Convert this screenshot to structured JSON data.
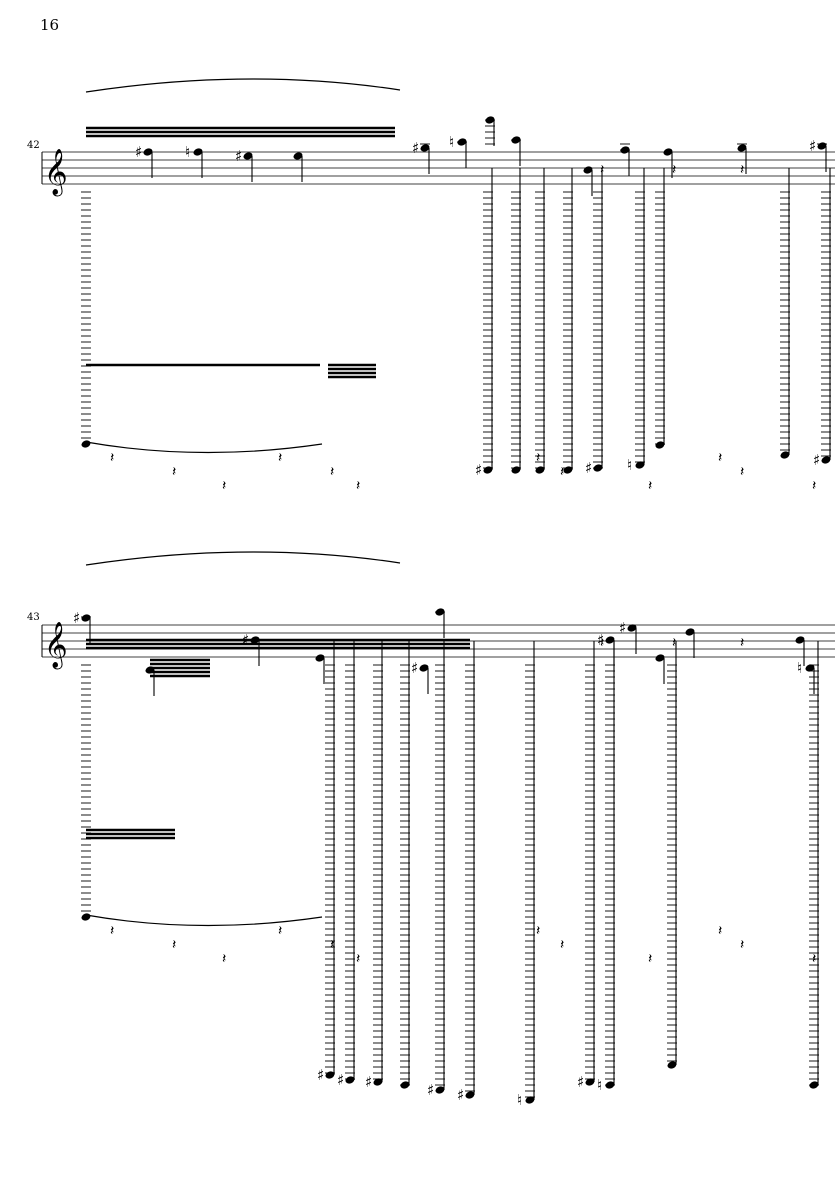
{
  "page": {
    "number": "16"
  },
  "systems": [
    {
      "measure_number": "42",
      "staff": {
        "clef": "treble-clef"
      },
      "upper_notes": [
        {
          "acc": "sharp"
        },
        {
          "acc": "natural"
        },
        {
          "acc": "sharp"
        },
        {
          "acc": ""
        },
        {
          "acc": "sharp"
        },
        {
          "acc": "natural"
        },
        {
          "acc": ""
        },
        {
          "acc": ""
        },
        {
          "acc": ""
        },
        {
          "acc": ""
        },
        {
          "acc": ""
        },
        {
          "acc": ""
        },
        {
          "acc": "sharp"
        }
      ],
      "lower_notes": [
        {
          "acc": "sharp"
        },
        {
          "acc": ""
        },
        {
          "acc": ""
        },
        {
          "acc": ""
        },
        {
          "acc": "sharp"
        },
        {
          "acc": "natural"
        },
        {
          "acc": ""
        },
        {
          "acc": ""
        },
        {
          "acc": "sharp"
        }
      ]
    },
    {
      "measure_number": "43",
      "staff": {
        "clef": "treble-clef"
      },
      "upper_notes": [
        {
          "acc": "sharp"
        },
        {
          "acc": ""
        },
        {
          "acc": "sharp"
        },
        {
          "acc": ""
        },
        {
          "acc": "sharp"
        },
        {
          "acc": ""
        },
        {
          "acc": "sharp"
        },
        {
          "acc": "sharp"
        },
        {
          "acc": ""
        },
        {
          "acc": ""
        },
        {
          "acc": ""
        },
        {
          "acc": "natural"
        }
      ],
      "lower_notes": [
        {
          "acc": "sharp"
        },
        {
          "acc": "sharp"
        },
        {
          "acc": "sharp"
        },
        {
          "acc": ""
        },
        {
          "acc": "sharp"
        },
        {
          "acc": "sharp"
        },
        {
          "acc": "natural"
        },
        {
          "acc": "sharp"
        },
        {
          "acc": "natural"
        },
        {
          "acc": ""
        },
        {
          "acc": ""
        }
      ]
    }
  ]
}
